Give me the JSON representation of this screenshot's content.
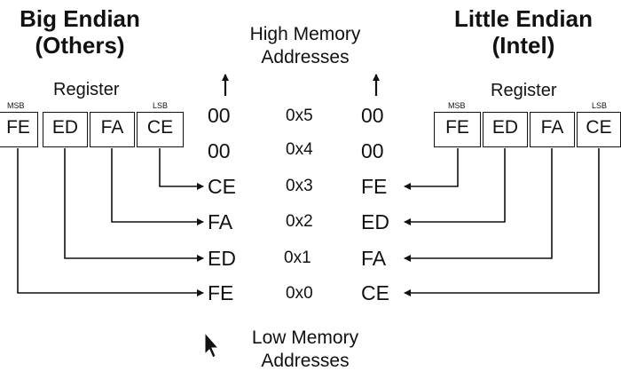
{
  "big_endian": {
    "title_line1": "Big Endian",
    "title_line2": "(Others)",
    "register_label": "Register",
    "msb_label": "MSB",
    "lsb_label": "LSB",
    "bytes": [
      "FE",
      "ED",
      "FA",
      "CE"
    ]
  },
  "little_endian": {
    "title_line1": "Little Endian",
    "title_line2": "(Intel)",
    "register_label": "Register",
    "msb_label": "MSB",
    "lsb_label": "LSB",
    "bytes": [
      "FE",
      "ED",
      "FA",
      "CE"
    ]
  },
  "memory": {
    "high_line1": "High Memory",
    "high_line2": "Addresses",
    "low_line1": "Low Memory",
    "low_line2": "Addresses",
    "rows": [
      {
        "address": "0x5",
        "big": "00",
        "little": "00"
      },
      {
        "address": "0x4",
        "big": "00",
        "little": "00"
      },
      {
        "address": "0x3",
        "big": "CE",
        "little": "FE"
      },
      {
        "address": "0x2",
        "big": "FA",
        "little": "ED"
      },
      {
        "address": "0x1",
        "big": "ED",
        "little": "FA"
      },
      {
        "address": "0x0",
        "big": "FE",
        "little": "CE"
      }
    ]
  },
  "colors": {
    "stroke": "#111111",
    "background": "#ffffff"
  },
  "icons": {
    "cursor": "mouse-pointer-icon",
    "arrow": "up-arrow-icon"
  }
}
